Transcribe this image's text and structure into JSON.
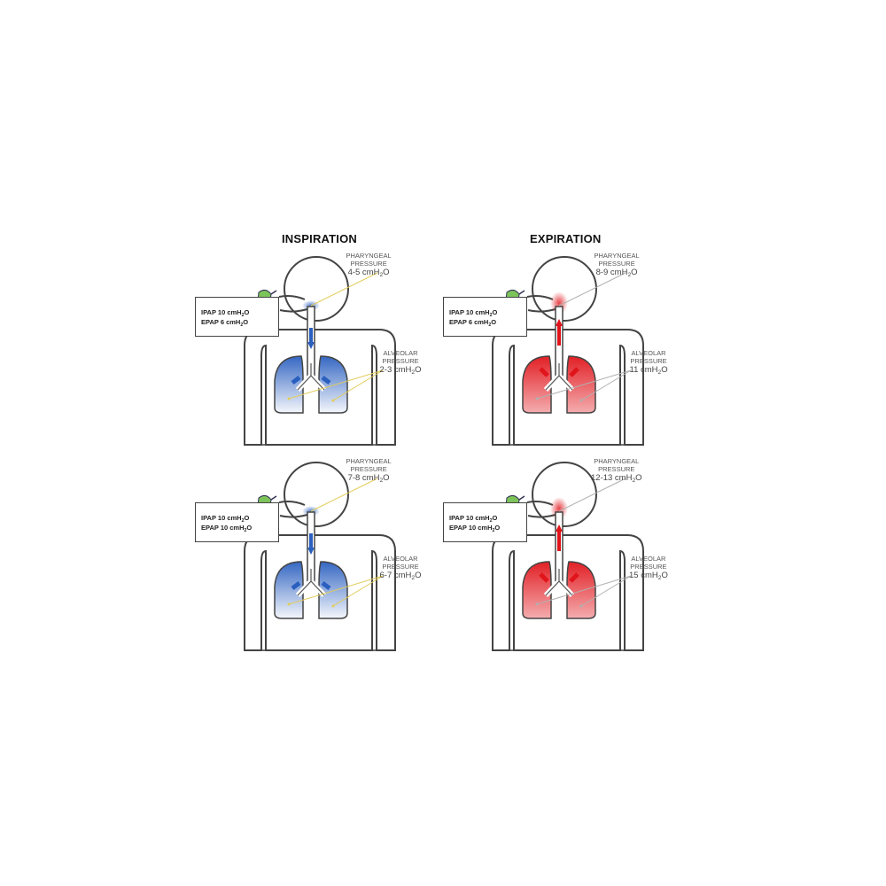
{
  "headings": {
    "inspiration": "INSPIRATION",
    "expiration": "EXPIRATION"
  },
  "colors": {
    "inspiration": "#2a5fbf",
    "expiration": "#e0141a",
    "mask": "#7cc35a",
    "leader": "#e2cc5a",
    "leader_exp": "#b0b0b0"
  },
  "panels": [
    {
      "phase": "inspiration",
      "ipap": "IPAP 10 cmH",
      "epap": "EPAP 6 cmH",
      "pharyngeal_label": [
        "PHARYNGEAL",
        "PRESSURE"
      ],
      "pharyngeal_value": "4-5 cmH",
      "alveolar_label": [
        "ALVEOLAR",
        "PRESSURE"
      ],
      "alveolar_value": "2-3 cmH"
    },
    {
      "phase": "expiration",
      "ipap": "IPAP 10 cmH",
      "epap": "EPAP 6 cmH",
      "pharyngeal_label": [
        "PHARYNGEAL",
        "PRESSURE"
      ],
      "pharyngeal_value": "8-9 cmH",
      "alveolar_label": [
        "ALVEOLAR",
        "PRESSURE"
      ],
      "alveolar_value": "11 cmH"
    },
    {
      "phase": "inspiration",
      "ipap": "IPAP 10 cmH",
      "epap": "EPAP 10 cmH",
      "pharyngeal_label": [
        "PHARYNGEAL",
        "PRESSURE"
      ],
      "pharyngeal_value": "7-8 cmH",
      "alveolar_label": [
        "ALVEOLAR",
        "PRESSURE"
      ],
      "alveolar_value": "6-7 cmH"
    },
    {
      "phase": "expiration",
      "ipap": "IPAP 10 cmH",
      "epap": "EPAP 10 cmH",
      "pharyngeal_label": [
        "PHARYNGEAL",
        "PRESSURE"
      ],
      "pharyngeal_value": "12-13 cmH",
      "alveolar_label": [
        "ALVEOLAR",
        "PRESSURE"
      ],
      "alveolar_value": "15 cmH"
    }
  ],
  "units": {
    "subscript": "2",
    "suffix": "O"
  }
}
